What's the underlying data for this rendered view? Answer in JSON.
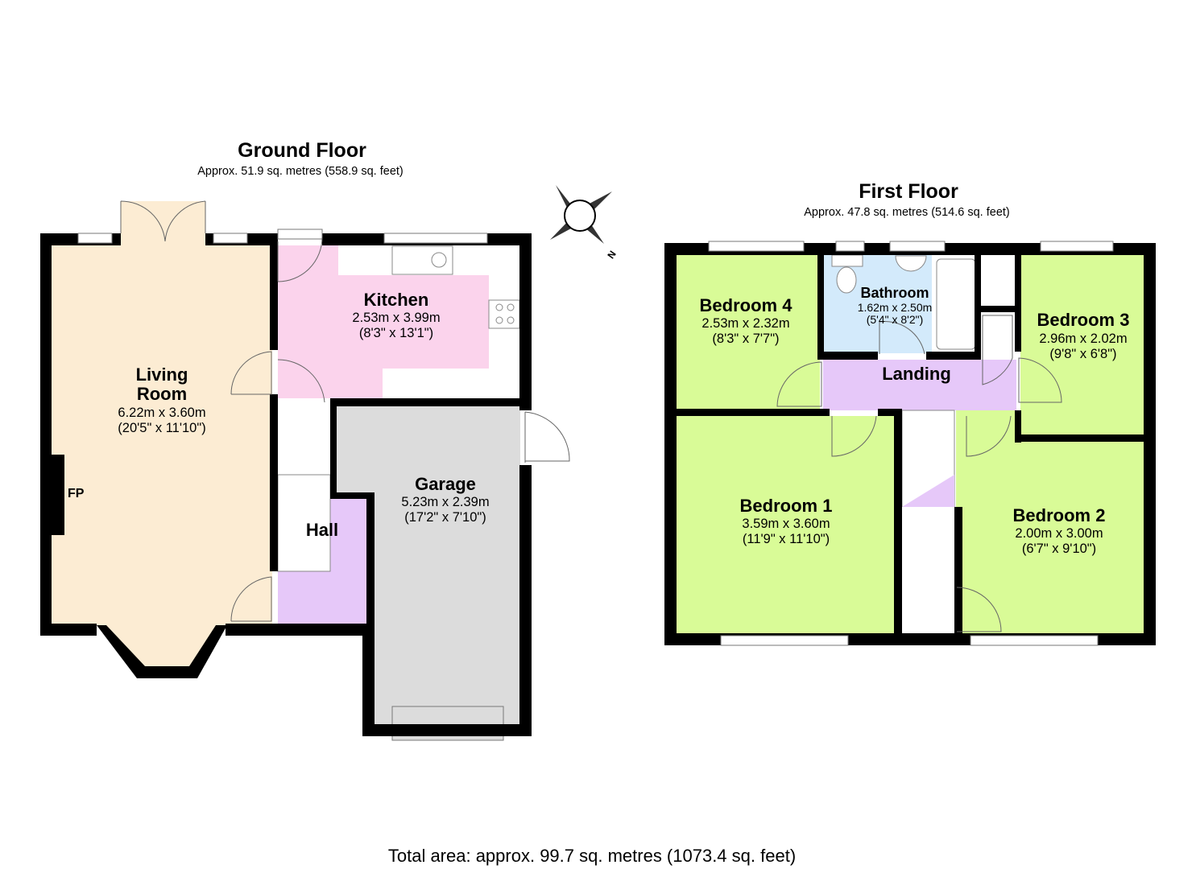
{
  "ground_floor": {
    "title": "Ground Floor",
    "area": "Approx. 51.9 sq. metres (558.9 sq. feet)",
    "rooms": [
      {
        "name_line1": "Living",
        "name_line2": "Room",
        "metric": "6.22m x 3.60m",
        "imperial": "(20'5\" x 11'10\")",
        "color": "#fcecd3"
      },
      {
        "name": "Kitchen",
        "metric": "2.53m x 3.99m",
        "imperial": "(8'3\" x 13'1\")",
        "color": "#fbd3ec"
      },
      {
        "name": "Garage",
        "metric": "5.23m x 2.39m",
        "imperial": "(17'2\" x 7'10\")",
        "color": "#dcdcdc"
      },
      {
        "name": "Hall",
        "color": "#e6c8f9"
      }
    ],
    "fireplace_label": "FP"
  },
  "first_floor": {
    "title": "First Floor",
    "area": "Approx. 47.8 sq. metres (514.6 sq. feet)",
    "rooms": [
      {
        "name": "Bedroom 4",
        "metric": "2.53m x 2.32m",
        "imperial": "(8'3\" x 7'7\")",
        "color": "#d9fb97"
      },
      {
        "name": "Bathroom",
        "metric": "1.62m x 2.50m",
        "imperial": "(5'4\" x 8'2\")",
        "color": "#d3eafb"
      },
      {
        "name": "Bedroom 3",
        "metric": "2.96m x 2.02m",
        "imperial": "(9'8\" x 6'8\")",
        "color": "#d9fb97"
      },
      {
        "name": "Landing",
        "color": "#e6c8f9"
      },
      {
        "name": "Bedroom 1",
        "metric": "3.59m x 3.60m",
        "imperial": "(11'9\" x 11'10\")",
        "color": "#d9fb97"
      },
      {
        "name": "Bedroom 2",
        "metric": "2.00m x 3.00m",
        "imperial": "(6'7\" x 9'10\")",
        "color": "#d9fb97"
      }
    ]
  },
  "compass": {
    "label": "N",
    "icon": "compass-rose-icon"
  },
  "total_area": "Total area: approx. 99.7 sq. metres (1073.4 sq. feet)"
}
